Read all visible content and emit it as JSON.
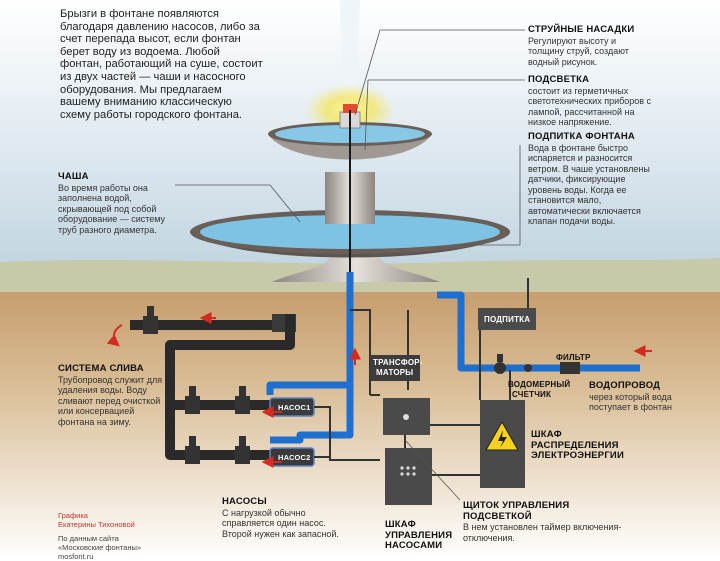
{
  "intro": "Брызги в фонтане появляются благодаря давлению насосов, либо за счет перепада высот, если фонтан берет воду из водоема. Любой фонтан, работающий на суше, состоит из двух частей — чаши и насосного оборудования. Мы предлагаем вашему вниманию классическую схему работы городского фонтана.",
  "nozzles": {
    "title": "СТРУЙНЫЕ НАСАДКИ",
    "text": "Регулируют высоту и толщину струй, создают водный рисунок."
  },
  "lighting": {
    "title": "ПОДСВЕТКА",
    "text": "состоит из герметичных светотехнических приборов с лампой, рассчитанной на низкое напряжение."
  },
  "feed": {
    "title": "ПОДПИТКА ФОНТАНА",
    "text": "Вода в фонтане быстро испаряется и разносится ветром. В чаше установлены датчики, фиксирующие уровень воды. Когда ее становится мало, автоматически включается клапан подачи воды."
  },
  "bowl": {
    "title": "ЧАША",
    "text": "Во время работы она заполнена водой, скрывающей под собой оборудование — систему труб разного диаметра."
  },
  "drain": {
    "title": "СИСТЕМА СЛИВА",
    "text": "Трубопровод служит для удаления воды. Воду сливают перед очисткой или консервацией фонтана на зиму."
  },
  "pumps": {
    "title": "НАСОСЫ",
    "text": "С нагрузкой обычно справляется один насос. Второй нужен как запасной."
  },
  "pump_cabinet": {
    "line1": "ШКАФ",
    "line2": "УПРАВЛЕНИЯ",
    "line3": "НАСОСАМИ"
  },
  "light_panel": {
    "title": "ЩИТОК УПРАВЛЕНИЯ ПОДСВЕТКОЙ",
    "text": "В нем установлен таймер включения-отключения."
  },
  "power_cabinet": {
    "line1": "ШКАФ",
    "line2": "РАСПРЕДЕЛЕНИЯ",
    "line3": "ЭЛЕКТРОЭНЕРГИИ"
  },
  "water_supply": {
    "title": "ВОДОПРОВОД",
    "text": "через который вода поступает в фонтан"
  },
  "labels": {
    "feed_box": "ПОДПИТКА",
    "filter": "ФИЛЬТР",
    "meter_1": "ВОДОМЕРНЫЙ",
    "meter_2": "СЧЕТЧИК",
    "transformers_1": "ТРАНСФОР-",
    "transformers_2": "МАТОРЫ",
    "pump1": "НАСОС1",
    "pump2": "НАСОС2"
  },
  "credit": {
    "line1": "Графика",
    "line2": "Екатерины Тихоновой",
    "line3": "По данным сайта",
    "line4": "«Московские фонтаны»",
    "line5": "mosfont.ru"
  },
  "colors": {
    "sky": "#c9dbe6",
    "soil": "#c9a57a",
    "pipe_dark": "#2a2a2a",
    "pipe_blue": "#1f6fd1",
    "arrow_red": "#d42a1f",
    "water": "#7fc3e4"
  },
  "icons": [
    "high-voltage-icon",
    "flow-arrow-icon",
    "valve-icon"
  ]
}
